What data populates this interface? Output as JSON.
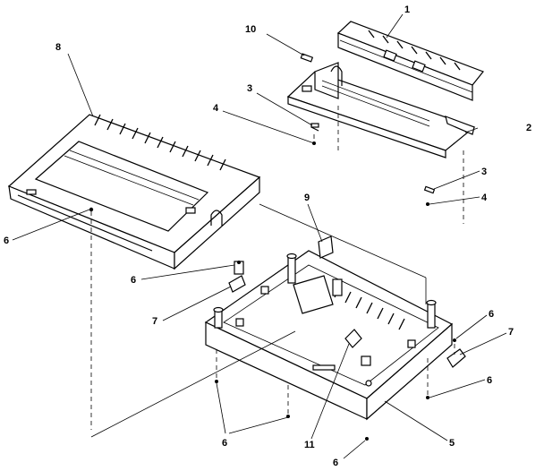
{
  "callouts": {
    "c1": "1",
    "c2": "2",
    "c3a": "3",
    "c3b": "3",
    "c4a": "4",
    "c4b": "4",
    "c5": "5",
    "c6a": "6",
    "c6b": "6",
    "c6c": "6",
    "c6d": "6",
    "c6e": "6",
    "c6f": "6",
    "c7a": "7",
    "c7b": "7",
    "c8": "8",
    "c9": "9",
    "c10": "10",
    "c11": "11"
  }
}
